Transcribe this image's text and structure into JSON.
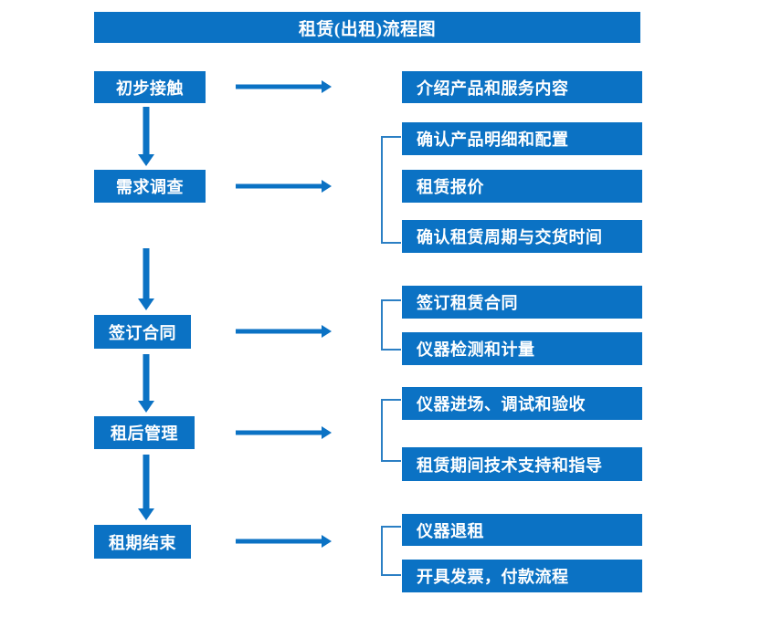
{
  "diagram": {
    "title": "租赁(出租)流程图",
    "accent_color": "#0b72c4",
    "connector_color": "#2b7fc4",
    "text_color": "#ffffff",
    "background_color": "#ffffff"
  },
  "stages": [
    {
      "id": "initial-contact",
      "label": "初步接触"
    },
    {
      "id": "needs-survey",
      "label": "需求调查"
    },
    {
      "id": "sign-contract",
      "label": "签订合同"
    },
    {
      "id": "post-rental-management",
      "label": "租后管理"
    },
    {
      "id": "lease-end",
      "label": "租期结束"
    }
  ],
  "details": {
    "initial_contact": [
      {
        "label": "介绍产品和服务内容"
      }
    ],
    "needs_survey": [
      {
        "label": "确认产品明细和配置"
      },
      {
        "label": "租赁报价"
      },
      {
        "label": "确认租赁周期与交货时间"
      }
    ],
    "sign_contract": [
      {
        "label": "签订租赁合同"
      },
      {
        "label": "仪器检测和计量"
      }
    ],
    "post_rental_management": [
      {
        "label": "仪器进场、调试和验收"
      },
      {
        "label": "租赁期间技术支持和指导"
      }
    ],
    "lease_end": [
      {
        "label": "仪器退租"
      },
      {
        "label": "开具发票，付款流程"
      }
    ]
  }
}
